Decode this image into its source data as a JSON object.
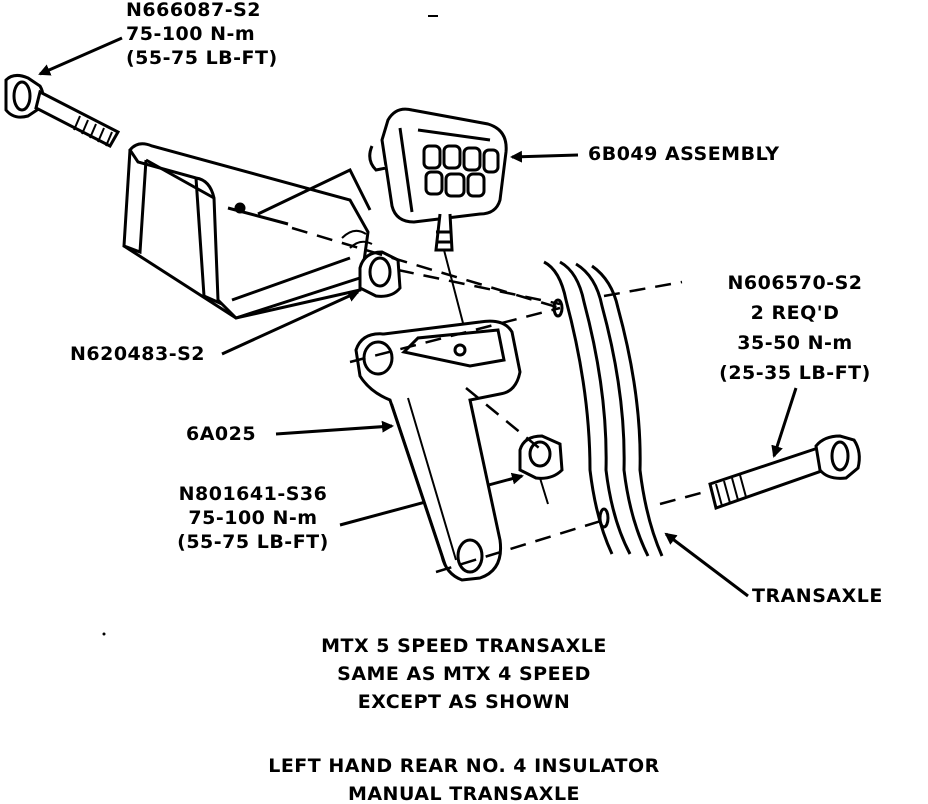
{
  "callouts": {
    "top_bolt": {
      "part": "N666087-S2",
      "torque_nm": "75-100 N-m",
      "torque_lbft": "(55-75 LB-FT)"
    },
    "assembly": {
      "part": "6B049 ASSEMBLY"
    },
    "nut": {
      "part": "N620483-S2"
    },
    "bracket": {
      "part": "6A025"
    },
    "lower_nut": {
      "part": "N801641-S36",
      "torque_nm": "75-100 N-m",
      "torque_lbft": "(55-75 LB-FT)"
    },
    "right_bolt": {
      "part": "N606570-S2",
      "qty": "2 REQ'D",
      "torque_nm": "35-50 N-m",
      "torque_lbft": "(25-35 LB-FT)"
    },
    "transaxle": {
      "label": "TRANSAXLE"
    }
  },
  "caption": {
    "line1": "MTX 5 SPEED TRANSAXLE",
    "line2": "SAME AS MTX 4 SPEED",
    "line3": "EXCEPT AS SHOWN"
  },
  "title": {
    "line1": "LEFT HAND REAR NO. 4 INSULATOR",
    "line2": "MANUAL TRANSAXLE"
  },
  "colors": {
    "ink": "#000000",
    "paper": "#ffffff"
  }
}
